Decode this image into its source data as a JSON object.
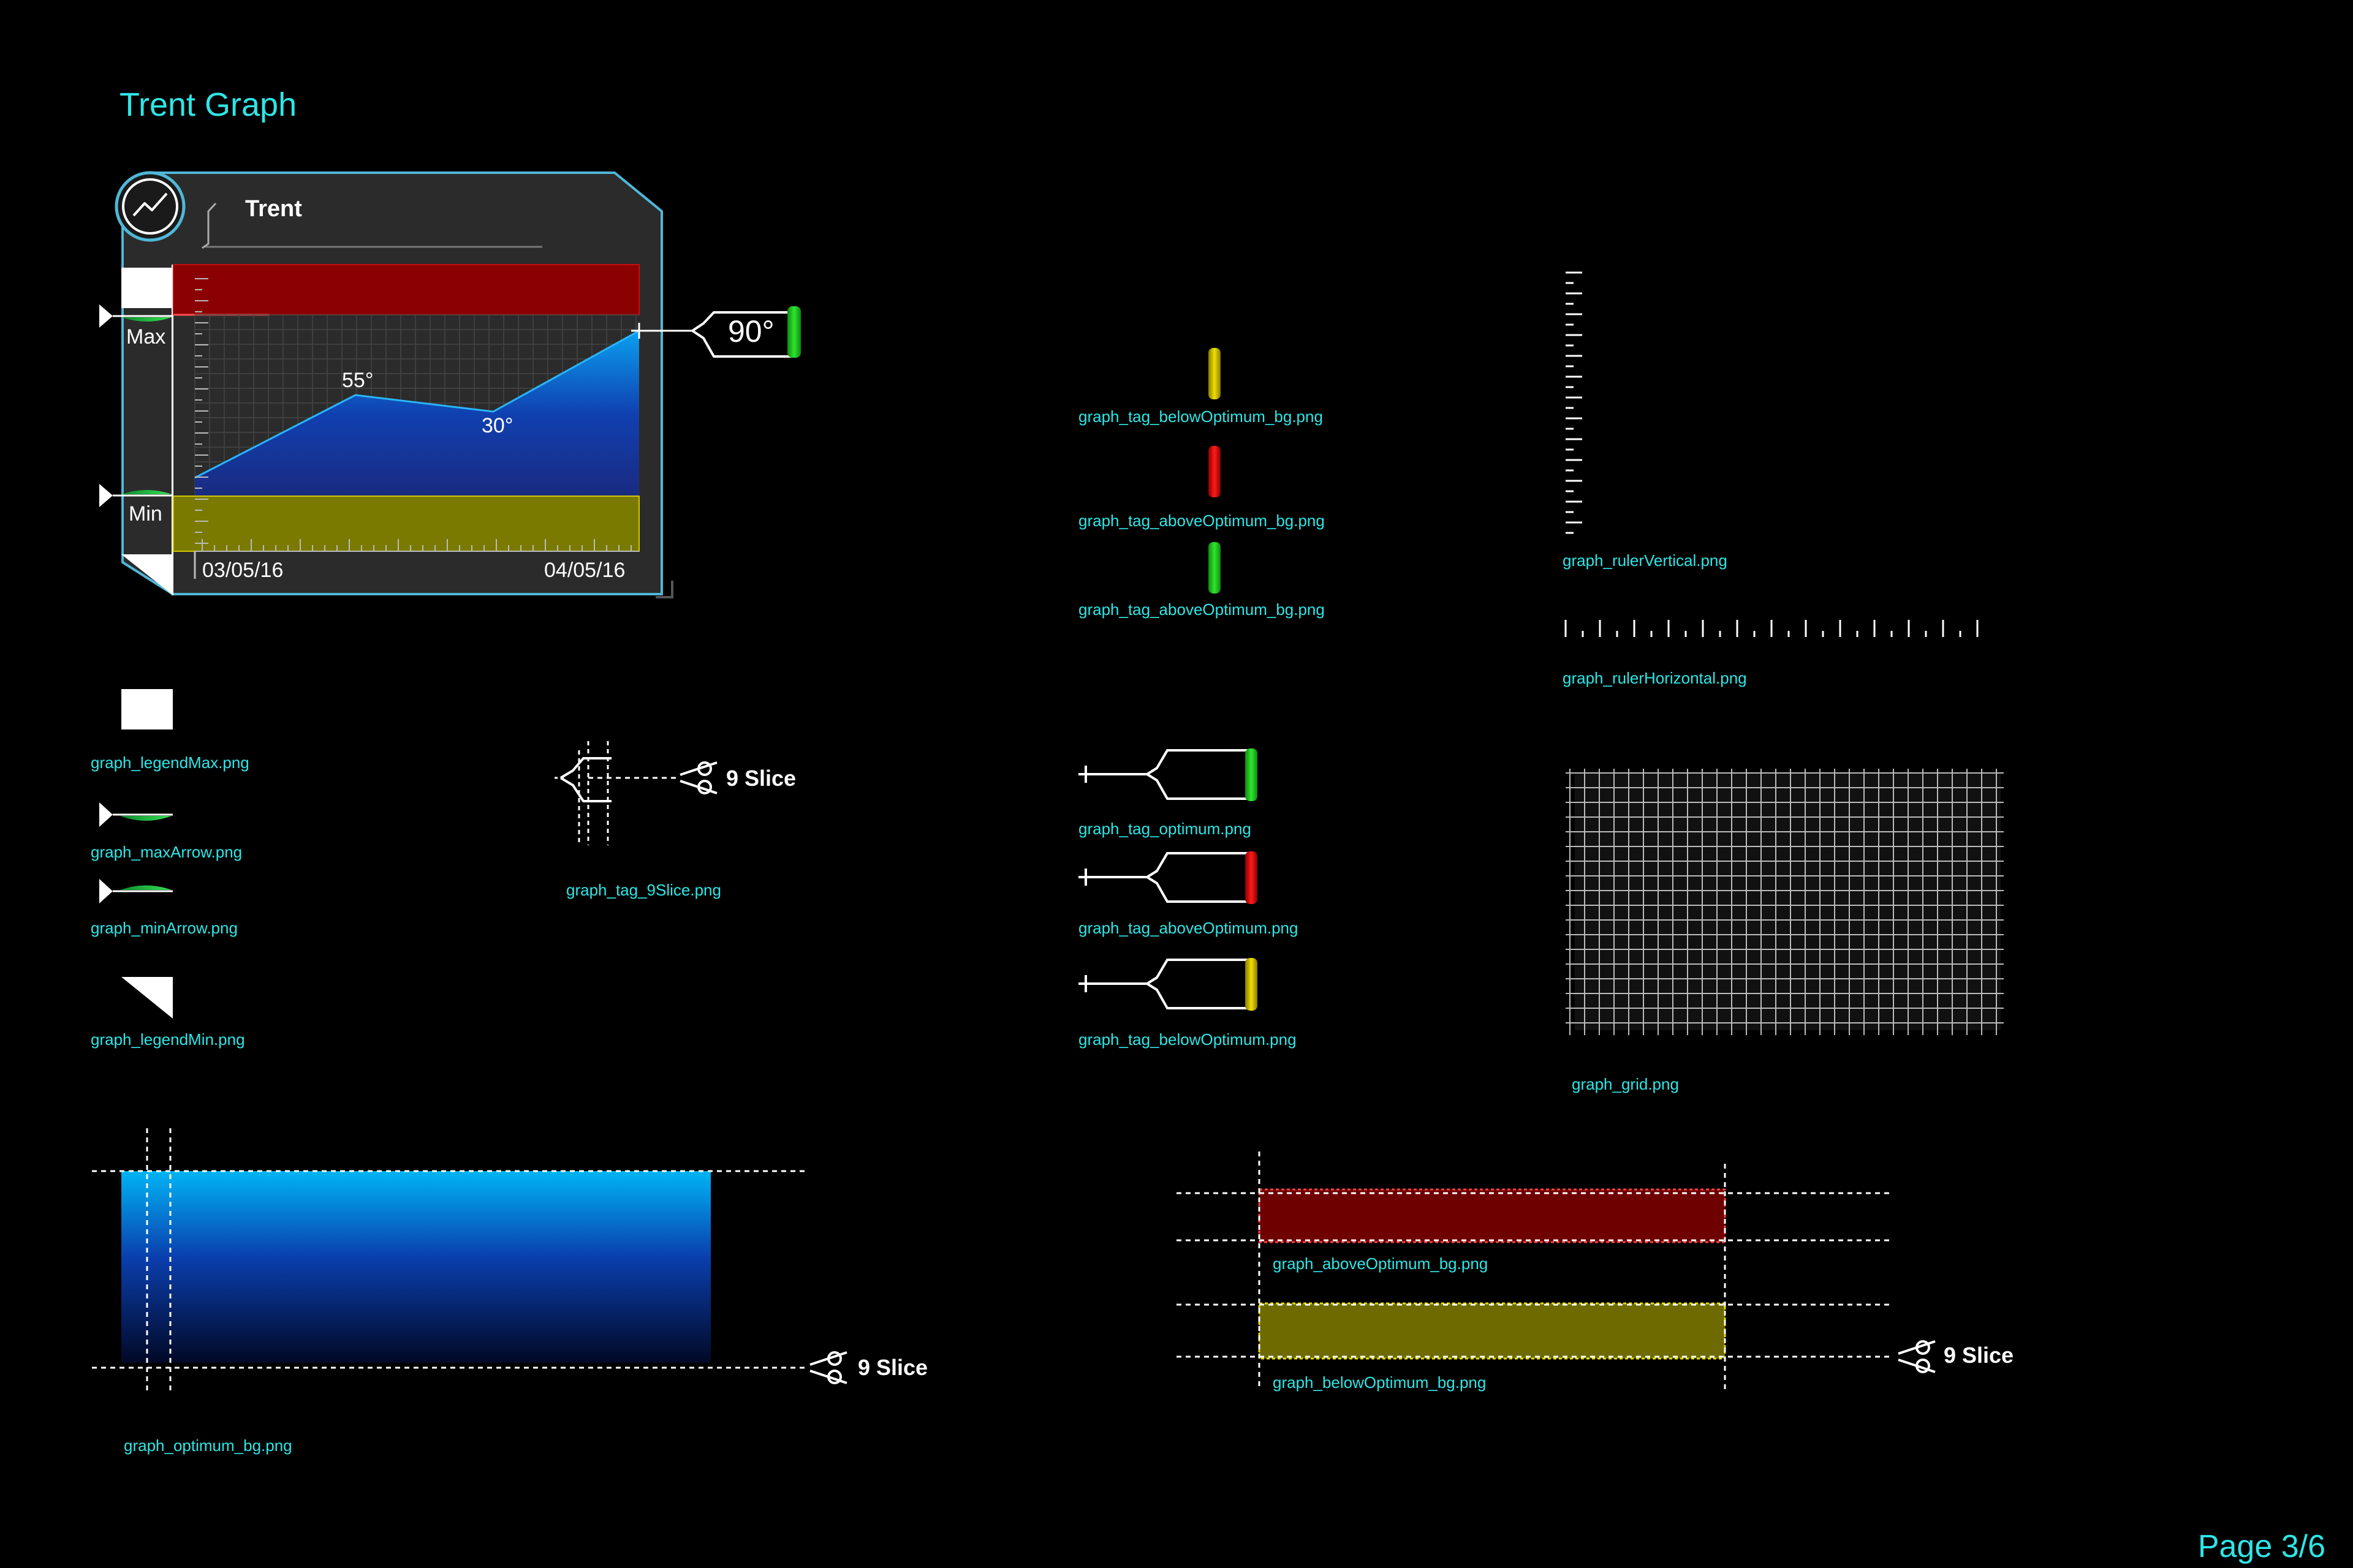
{
  "page": {
    "title": "Trent Graph",
    "page_number": "Page 3/6"
  },
  "widget": {
    "title": "Trent",
    "max_label": "Max",
    "min_label": "Min",
    "x_start_label": "03/05/16",
    "x_end_label": "04/05/16",
    "point_labels": [
      "55°",
      "30°"
    ],
    "tag_value": "90°",
    "icon": "trend-line-icon",
    "colors": {
      "accent": "#2ee6e6",
      "above_optimum": "#8b0000",
      "below_optimum": "#7a7a00",
      "optimum_top": "#00aaf0",
      "optimum_bottom": "#000a3a",
      "tag_green": "#1ec81e",
      "tag_red": "#e00000",
      "tag_yellow": "#e6d200"
    }
  },
  "assets": {
    "legend_max": "graph_legendMax.png",
    "max_arrow": "graph_maxArrow.png",
    "min_arrow": "graph_minArrow.png",
    "legend_min": "graph_legendMin.png",
    "tag_9slice": "graph_tag_9Slice.png",
    "optimum_bg": "graph_optimum_bg.png",
    "tag_below_bg": "graph_tag_belowOptimum_bg.png",
    "tag_above_bg_red": "graph_tag_aboveOptimum_bg.png",
    "tag_above_bg_green": "graph_tag_aboveOptimum_bg.png",
    "tag_optimum": "graph_tag_optimum.png",
    "tag_above": "graph_tag_aboveOptimum.png",
    "tag_below": "graph_tag_belowOptimum.png",
    "ruler_vertical": "graph_rulerVertical.png",
    "ruler_horizontal": "graph_rulerHorizontal.png",
    "grid": "graph_grid.png",
    "above_bg": "graph_aboveOptimum_bg.png",
    "below_bg": "graph_belowOptimum_bg.png"
  },
  "slice_labels": {
    "tag": "9 Slice",
    "optimum": "9 Slice",
    "bands": "9 Slice"
  }
}
